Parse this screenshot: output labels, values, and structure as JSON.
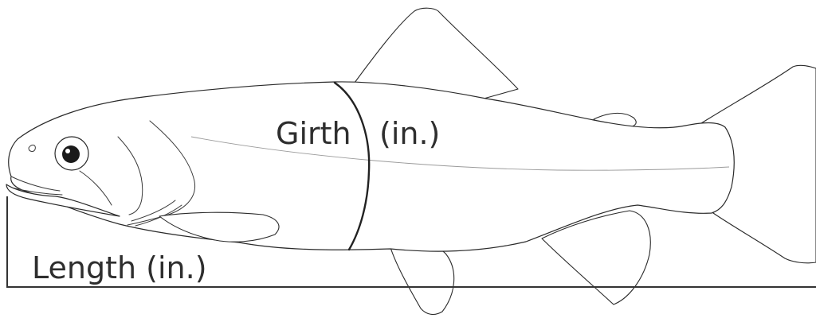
{
  "labels": {
    "girth": "Girth",
    "girth_unit": "(in.)",
    "length": "Length (in.)"
  },
  "colors": {
    "outline": "#2a2a2a",
    "text": "#2e2e2e",
    "background": "#ffffff"
  }
}
